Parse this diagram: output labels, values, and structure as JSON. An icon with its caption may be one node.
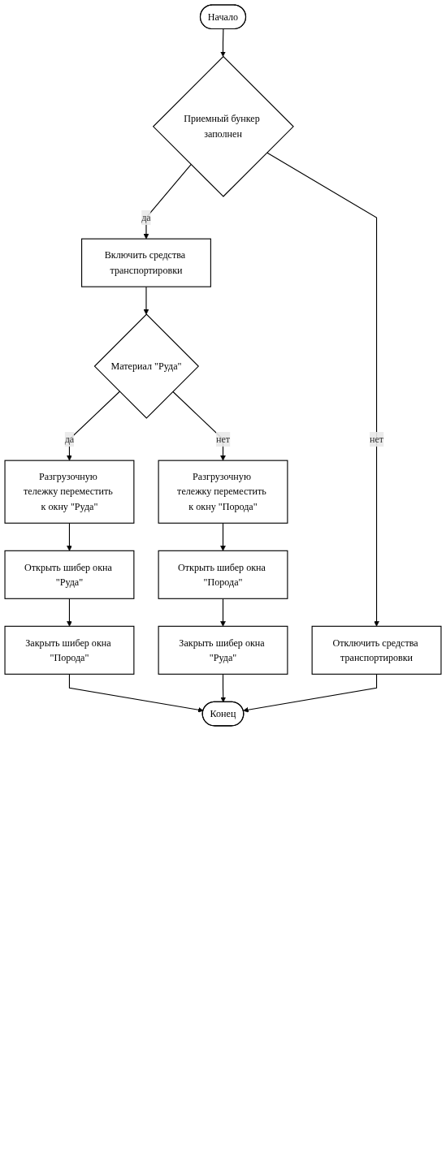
{
  "diagram": {
    "nodes": [
      {
        "text": [
          "Начало"
        ]
      },
      {
        "text": [
          "Приемный бункер заполнен"
        ]
      },
      {
        "text": [
          "Включить средства транспортировки"
        ]
      },
      {
        "text": [
          "Отключить средства транспортировки"
        ]
      },
      {
        "text": [
          "Материал \"Руда\""
        ]
      },
      {
        "text": [
          "Разгрузочную тележку переместить к окну \"Руда\""
        ]
      },
      {
        "text": [
          "Разгрузочную тележку переместить к окну \"Порода\""
        ]
      },
      {
        "text": [
          "Открыть шибер окна \"Руда\""
        ]
      },
      {
        "text": [
          "Открыть шибер окна \"Порода\""
        ]
      },
      {
        "text": [
          "Закрыть шибер окна \"Порода\""
        ]
      },
      {
        "text": [
          "Закрыть шибер окна \"Руда\""
        ]
      },
      {
        "text": [
          "Конец"
        ]
      }
    ],
    "edges": [
      {
        "from": 0,
        "to": 1,
        "arrow": "to"
      },
      {
        "from": 1,
        "to": 2,
        "label": "да",
        "arrow": "to"
      },
      {
        "from": 1,
        "to": 3,
        "label": "нет",
        "arrow": "to"
      },
      {
        "from": 2,
        "to": 4,
        "arrow": "to"
      },
      {
        "from": 4,
        "to": 5,
        "label": "да",
        "arrow": "to"
      },
      {
        "from": 4,
        "to": 6,
        "label": "нет",
        "arrow": "to"
      },
      {
        "from": 5,
        "to": 7,
        "arrow": "to"
      },
      {
        "from": 6,
        "to": 8,
        "arrow": "to"
      },
      {
        "from": 7,
        "to": 9,
        "arrow": "to"
      },
      {
        "from": 8,
        "to": 10,
        "arrow": "to"
      },
      {
        "from": 9,
        "to": 11,
        "arrow": "to"
      },
      {
        "from": 10,
        "to": 11,
        "arrow": "to"
      },
      {
        "from": 3,
        "to": 11,
        "arrow": "to"
      }
    ]
  }
}
